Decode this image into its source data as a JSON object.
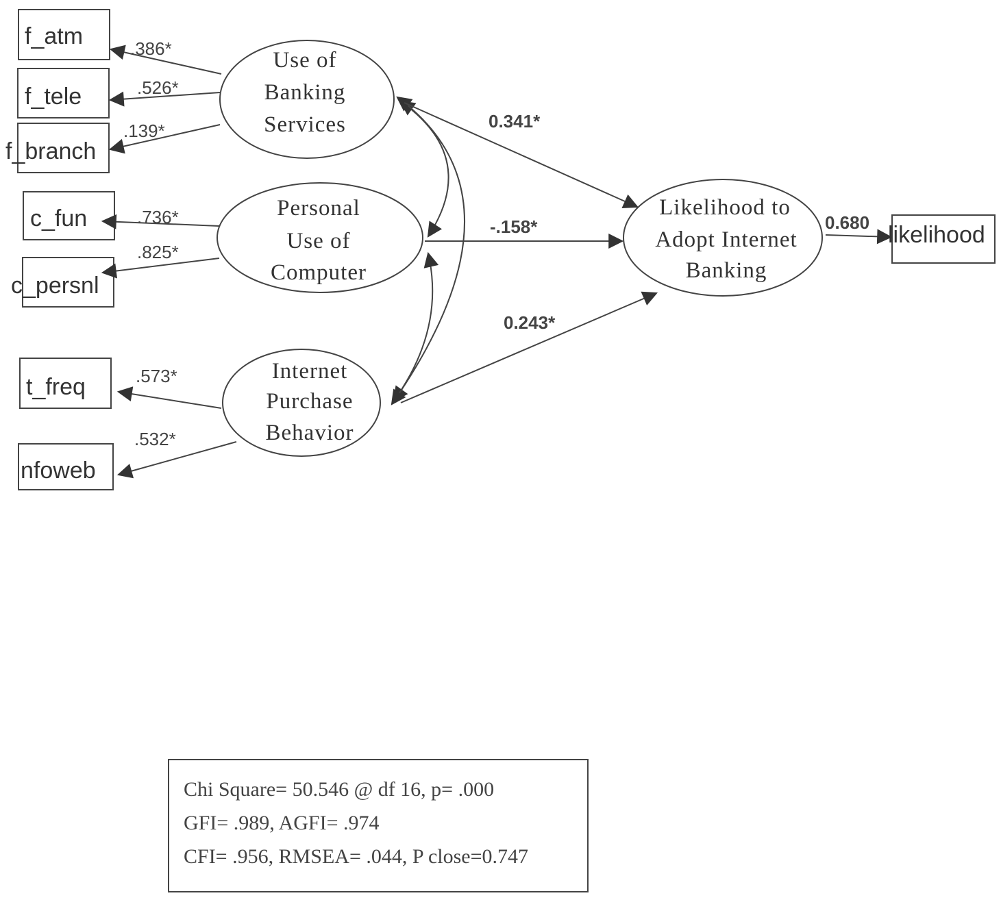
{
  "observed": {
    "f_atm": "f_atm",
    "f_tele": "f_tele",
    "f_branch": "f_branch",
    "c_fun": "c_fun",
    "c_persnl": "c_persnl",
    "t_freq": "t_freq",
    "nfoweb": "nfoweb",
    "likelihood": "likelihood"
  },
  "latent": {
    "banking": [
      "Use of",
      "Banking",
      "Services"
    ],
    "computer": [
      "Personal",
      "Use of",
      "Computer"
    ],
    "internet": [
      "Internet",
      "Purchase",
      "Behavior"
    ],
    "adopt": [
      "Likelihood to",
      "Adopt Internet",
      "Banking"
    ]
  },
  "loadings": {
    "f_atm": ".386*",
    "f_tele": ".526*",
    "f_branch": ".139*",
    "c_fun": ".736*",
    "c_persnl": ".825*",
    "t_freq": ".573*",
    "nfoweb": ".532*",
    "likelihood": "0.680"
  },
  "paths": {
    "banking_adopt": "0.341*",
    "computer_adopt": "-.158*",
    "internet_adopt": "0.243*"
  },
  "fit": {
    "line1": "Chi Square= 50.546  @ df 16, p= .000",
    "line2": "GFI= .989, AGFI= .974",
    "line3": "CFI= .956, RMSEA= .044, P close=0.747"
  }
}
